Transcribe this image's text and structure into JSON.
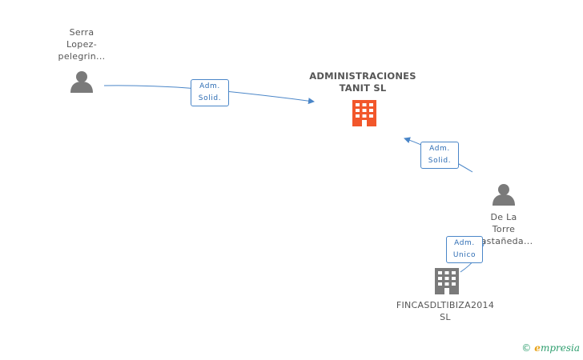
{
  "nodes": {
    "person_1": {
      "lines": [
        "Serra",
        "Lopez-",
        "pelegrin..."
      ]
    },
    "company_main": {
      "lines": [
        "ADMINISTRACIONES",
        "TANIT SL"
      ]
    },
    "person_2": {
      "lines": [
        "De La",
        "Torre",
        "Castañeda..."
      ]
    },
    "company_2": {
      "lines": [
        "FINCASDLTIBIZA2014",
        "SL"
      ]
    }
  },
  "edges": {
    "e1": {
      "lines": [
        "Adm.",
        "Solid."
      ]
    },
    "e2": {
      "lines": [
        "Adm.",
        "Solid."
      ]
    },
    "e3": {
      "lines": [
        "Adm.",
        "Unico"
      ]
    }
  },
  "colors": {
    "edge": "#4a86c8",
    "company_main": "#f2572b",
    "company_other": "#7a7a7a",
    "person": "#7a7a7a"
  },
  "icons": {
    "person": "person-icon",
    "company": "building-icon"
  },
  "brand": {
    "copyright": "©",
    "initial": "e",
    "name": "mpresia"
  }
}
